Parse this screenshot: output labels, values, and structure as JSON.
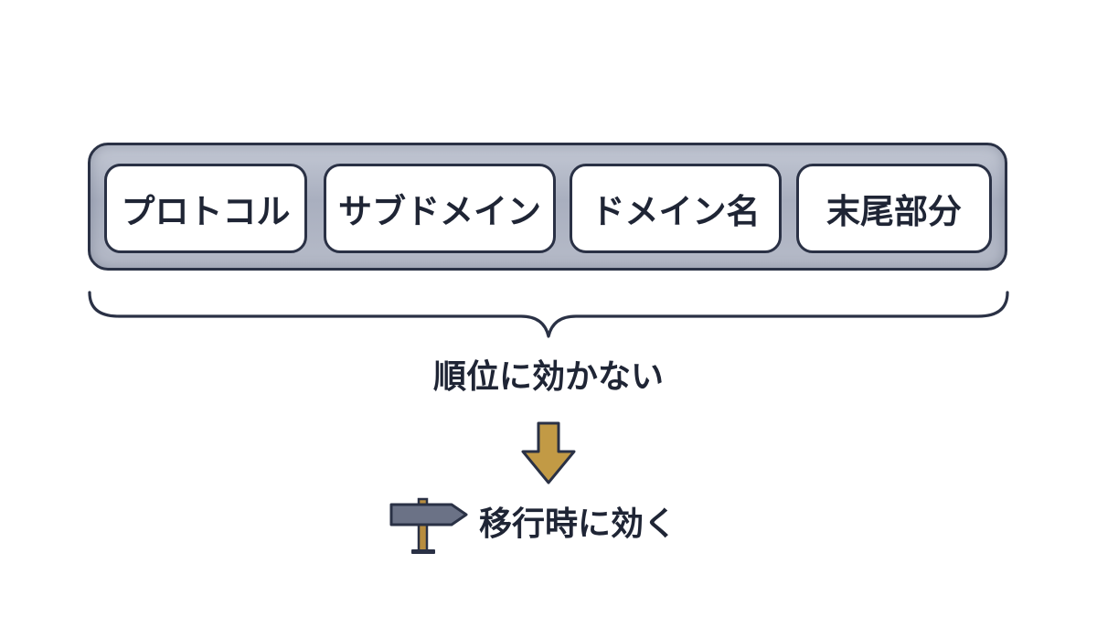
{
  "url_segments": [
    {
      "label": "プロトコル"
    },
    {
      "label": "サブドメイン"
    },
    {
      "label": "ドメイン名"
    },
    {
      "label": "末尾部分"
    }
  ],
  "caption_top": "順位に効かない",
  "caption_bottom": "移行時に効く",
  "icons": {
    "brace": "curly-brace-icon",
    "arrow": "down-arrow-icon",
    "signpost": "signpost-icon"
  },
  "colors": {
    "outline": "#2a3145",
    "bar_fill": "#b3b9c7",
    "segment_fill": "#ffffff",
    "arrow_fill": "#c29a45",
    "signpost_board": "#6b7286",
    "signpost_pole": "#b88d3e",
    "text": "#1f2535"
  }
}
